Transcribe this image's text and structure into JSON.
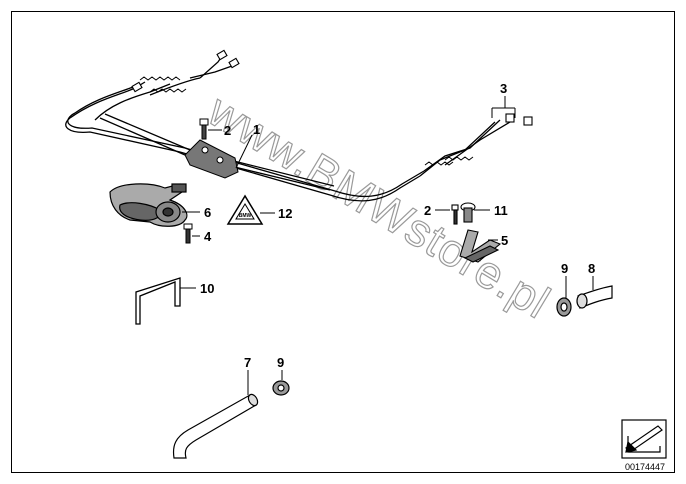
{
  "diagram": {
    "watermark": "www.BMWstore.pl",
    "reference_number": "00174447",
    "callouts": [
      "1",
      "2",
      "3",
      "2",
      "11",
      "5",
      "6",
      "12",
      "4",
      "10",
      "9",
      "8",
      "7",
      "9"
    ]
  }
}
